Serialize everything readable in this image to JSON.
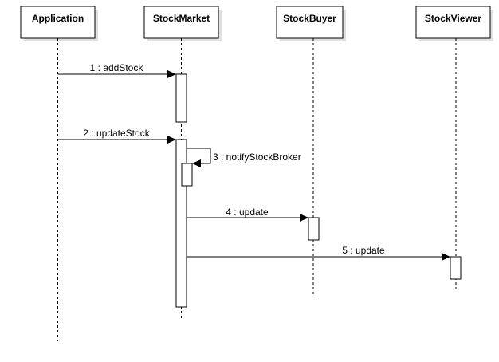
{
  "lifelines": [
    {
      "id": "application",
      "title": "Application"
    },
    {
      "id": "stockmarket",
      "title": "StockMarket"
    },
    {
      "id": "stockbuyer",
      "title": "StockBuyer"
    },
    {
      "id": "stockviewer",
      "title": "StockViewer"
    }
  ],
  "messages": [
    {
      "id": "msg1",
      "label": "1 : addStock",
      "from": "Application",
      "to": "StockMarket"
    },
    {
      "id": "msg2",
      "label": "2 : updateStock",
      "from": "Application",
      "to": "StockMarket"
    },
    {
      "id": "msg3",
      "label": "3 : notifyStockBroker",
      "from": "StockMarket",
      "to": "StockMarket"
    },
    {
      "id": "msg4",
      "label": "4 : update",
      "from": "StockMarket",
      "to": "StockBuyer"
    },
    {
      "id": "msg5",
      "label": "5 : update",
      "from": "StockMarket",
      "to": "StockViewer"
    }
  ],
  "colors": {
    "stroke": "#000000",
    "shadow": "#cccccc",
    "background": "#ffffff"
  }
}
